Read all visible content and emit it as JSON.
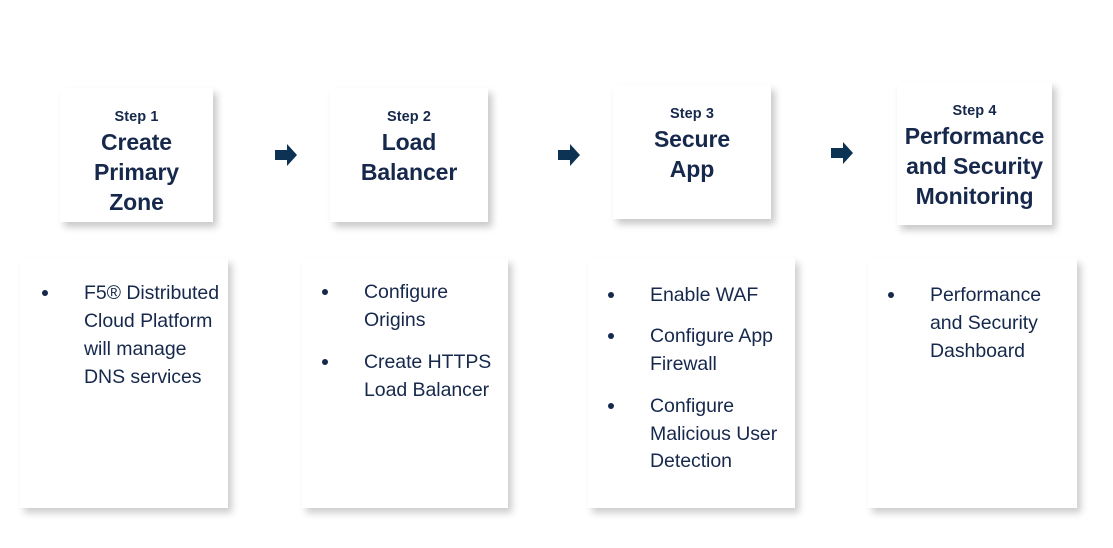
{
  "diagram": {
    "title": "F5 Distributed Cloud four step process flow",
    "accent_color": "#16284b",
    "arrow_color": "#0d3354",
    "background_color": "#ffffff",
    "arrow_icon_name": "right-arrow-icon",
    "columns": [
      {
        "step_label": "Step 1",
        "step_title": "Create\nPrimary\nZone",
        "bullets": [
          "F5® Distributed\nCloud Platform\nwill manage\nDNS services"
        ]
      },
      {
        "step_label": "Step 2",
        "step_title": "Load\nBalancer",
        "bullets": [
          "Configure\nOrigins",
          "Create HTTPS\nLoad Balancer"
        ]
      },
      {
        "step_label": "Step 3",
        "step_title": "Secure\nApp",
        "bullets": [
          "Enable WAF",
          "Configure App\nFirewall",
          "Configure\nMalicious User\nDetection"
        ]
      },
      {
        "step_label": "Step 4",
        "step_title": "Performance\nand Security\nMonitoring",
        "bullets": [
          "Performance\nand Security\nDashboard"
        ]
      }
    ]
  }
}
